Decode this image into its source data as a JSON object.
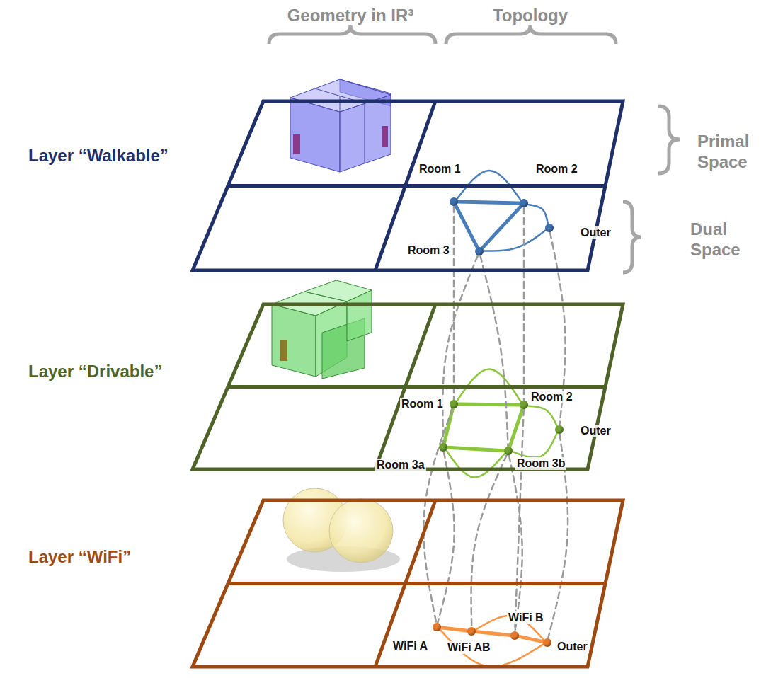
{
  "diagram": {
    "nodes": [
      {
        "text": [
          "Layer “Walkable”"
        ]
      },
      {
        "text": [
          "Room 1"
        ],
        "in": 0
      },
      {
        "text": [
          "Room 2"
        ],
        "in": 0
      },
      {
        "text": [
          "Room 3"
        ],
        "in": 0
      },
      {
        "text": [
          "Outer"
        ],
        "in": 0
      },
      {
        "text": [
          "Layer “Drivable”"
        ]
      },
      {
        "text": [
          "Room 1"
        ],
        "in": 5
      },
      {
        "text": [
          "Room 2"
        ],
        "in": 5
      },
      {
        "text": [
          "Outer"
        ],
        "in": 5
      },
      {
        "text": [
          "Room 3a"
        ],
        "in": 5
      },
      {
        "text": [
          "Room 3b"
        ],
        "in": 5
      },
      {
        "text": [
          "Layer “WiFi”"
        ]
      },
      {
        "text": [
          "WiFi A"
        ],
        "in": 11
      },
      {
        "text": [
          "WiFi AB"
        ],
        "in": 11
      },
      {
        "text": [
          "WiFi B"
        ],
        "in": 11
      },
      {
        "text": [
          "Outer"
        ],
        "in": 11
      }
    ],
    "edges": [
      {
        "from": 1,
        "to": 2,
        "arrow": "none"
      },
      {
        "from": 1,
        "to": 3,
        "arrow": "none"
      },
      {
        "from": 2,
        "to": 3,
        "arrow": "none"
      },
      {
        "from": 1,
        "to": 2,
        "arrow": "none"
      },
      {
        "from": 2,
        "to": 4,
        "arrow": "none"
      },
      {
        "from": 3,
        "to": 4,
        "arrow": "none"
      },
      {
        "from": 6,
        "to": 7,
        "arrow": "none"
      },
      {
        "from": 6,
        "to": 9,
        "arrow": "none"
      },
      {
        "from": 9,
        "to": 10,
        "arrow": "none"
      },
      {
        "from": 7,
        "to": 10,
        "arrow": "none"
      },
      {
        "from": 6,
        "to": 7,
        "arrow": "none"
      },
      {
        "from": 7,
        "to": 8,
        "arrow": "none"
      },
      {
        "from": 8,
        "to": 10,
        "arrow": "none"
      },
      {
        "from": 9,
        "to": 10,
        "arrow": "none"
      },
      {
        "from": 12,
        "to": 13,
        "arrow": "none"
      },
      {
        "from": 13,
        "to": 14,
        "arrow": "none"
      },
      {
        "from": 14,
        "to": 15,
        "arrow": "none"
      },
      {
        "from": 12,
        "to": 15,
        "arrow": "none"
      },
      {
        "from": 13,
        "to": 15,
        "arrow": "none"
      },
      {
        "from": 1,
        "to": 6,
        "arrow": "none"
      },
      {
        "from": 2,
        "to": 7,
        "arrow": "none"
      },
      {
        "from": 3,
        "to": 9,
        "arrow": "none"
      },
      {
        "from": 3,
        "to": 10,
        "arrow": "none"
      },
      {
        "from": 4,
        "to": 8,
        "arrow": "none"
      },
      {
        "from": 6,
        "to": 12,
        "arrow": "none"
      },
      {
        "from": 9,
        "to": 12,
        "arrow": "none"
      },
      {
        "from": 7,
        "to": 14,
        "arrow": "none"
      },
      {
        "from": 10,
        "to": 13,
        "arrow": "none"
      },
      {
        "from": 10,
        "to": 14,
        "arrow": "none"
      },
      {
        "from": 8,
        "to": 15,
        "arrow": "none"
      }
    ],
    "labels": [
      "Geometry in IR³",
      "Topology",
      "Primal Space",
      "Dual Space"
    ]
  }
}
